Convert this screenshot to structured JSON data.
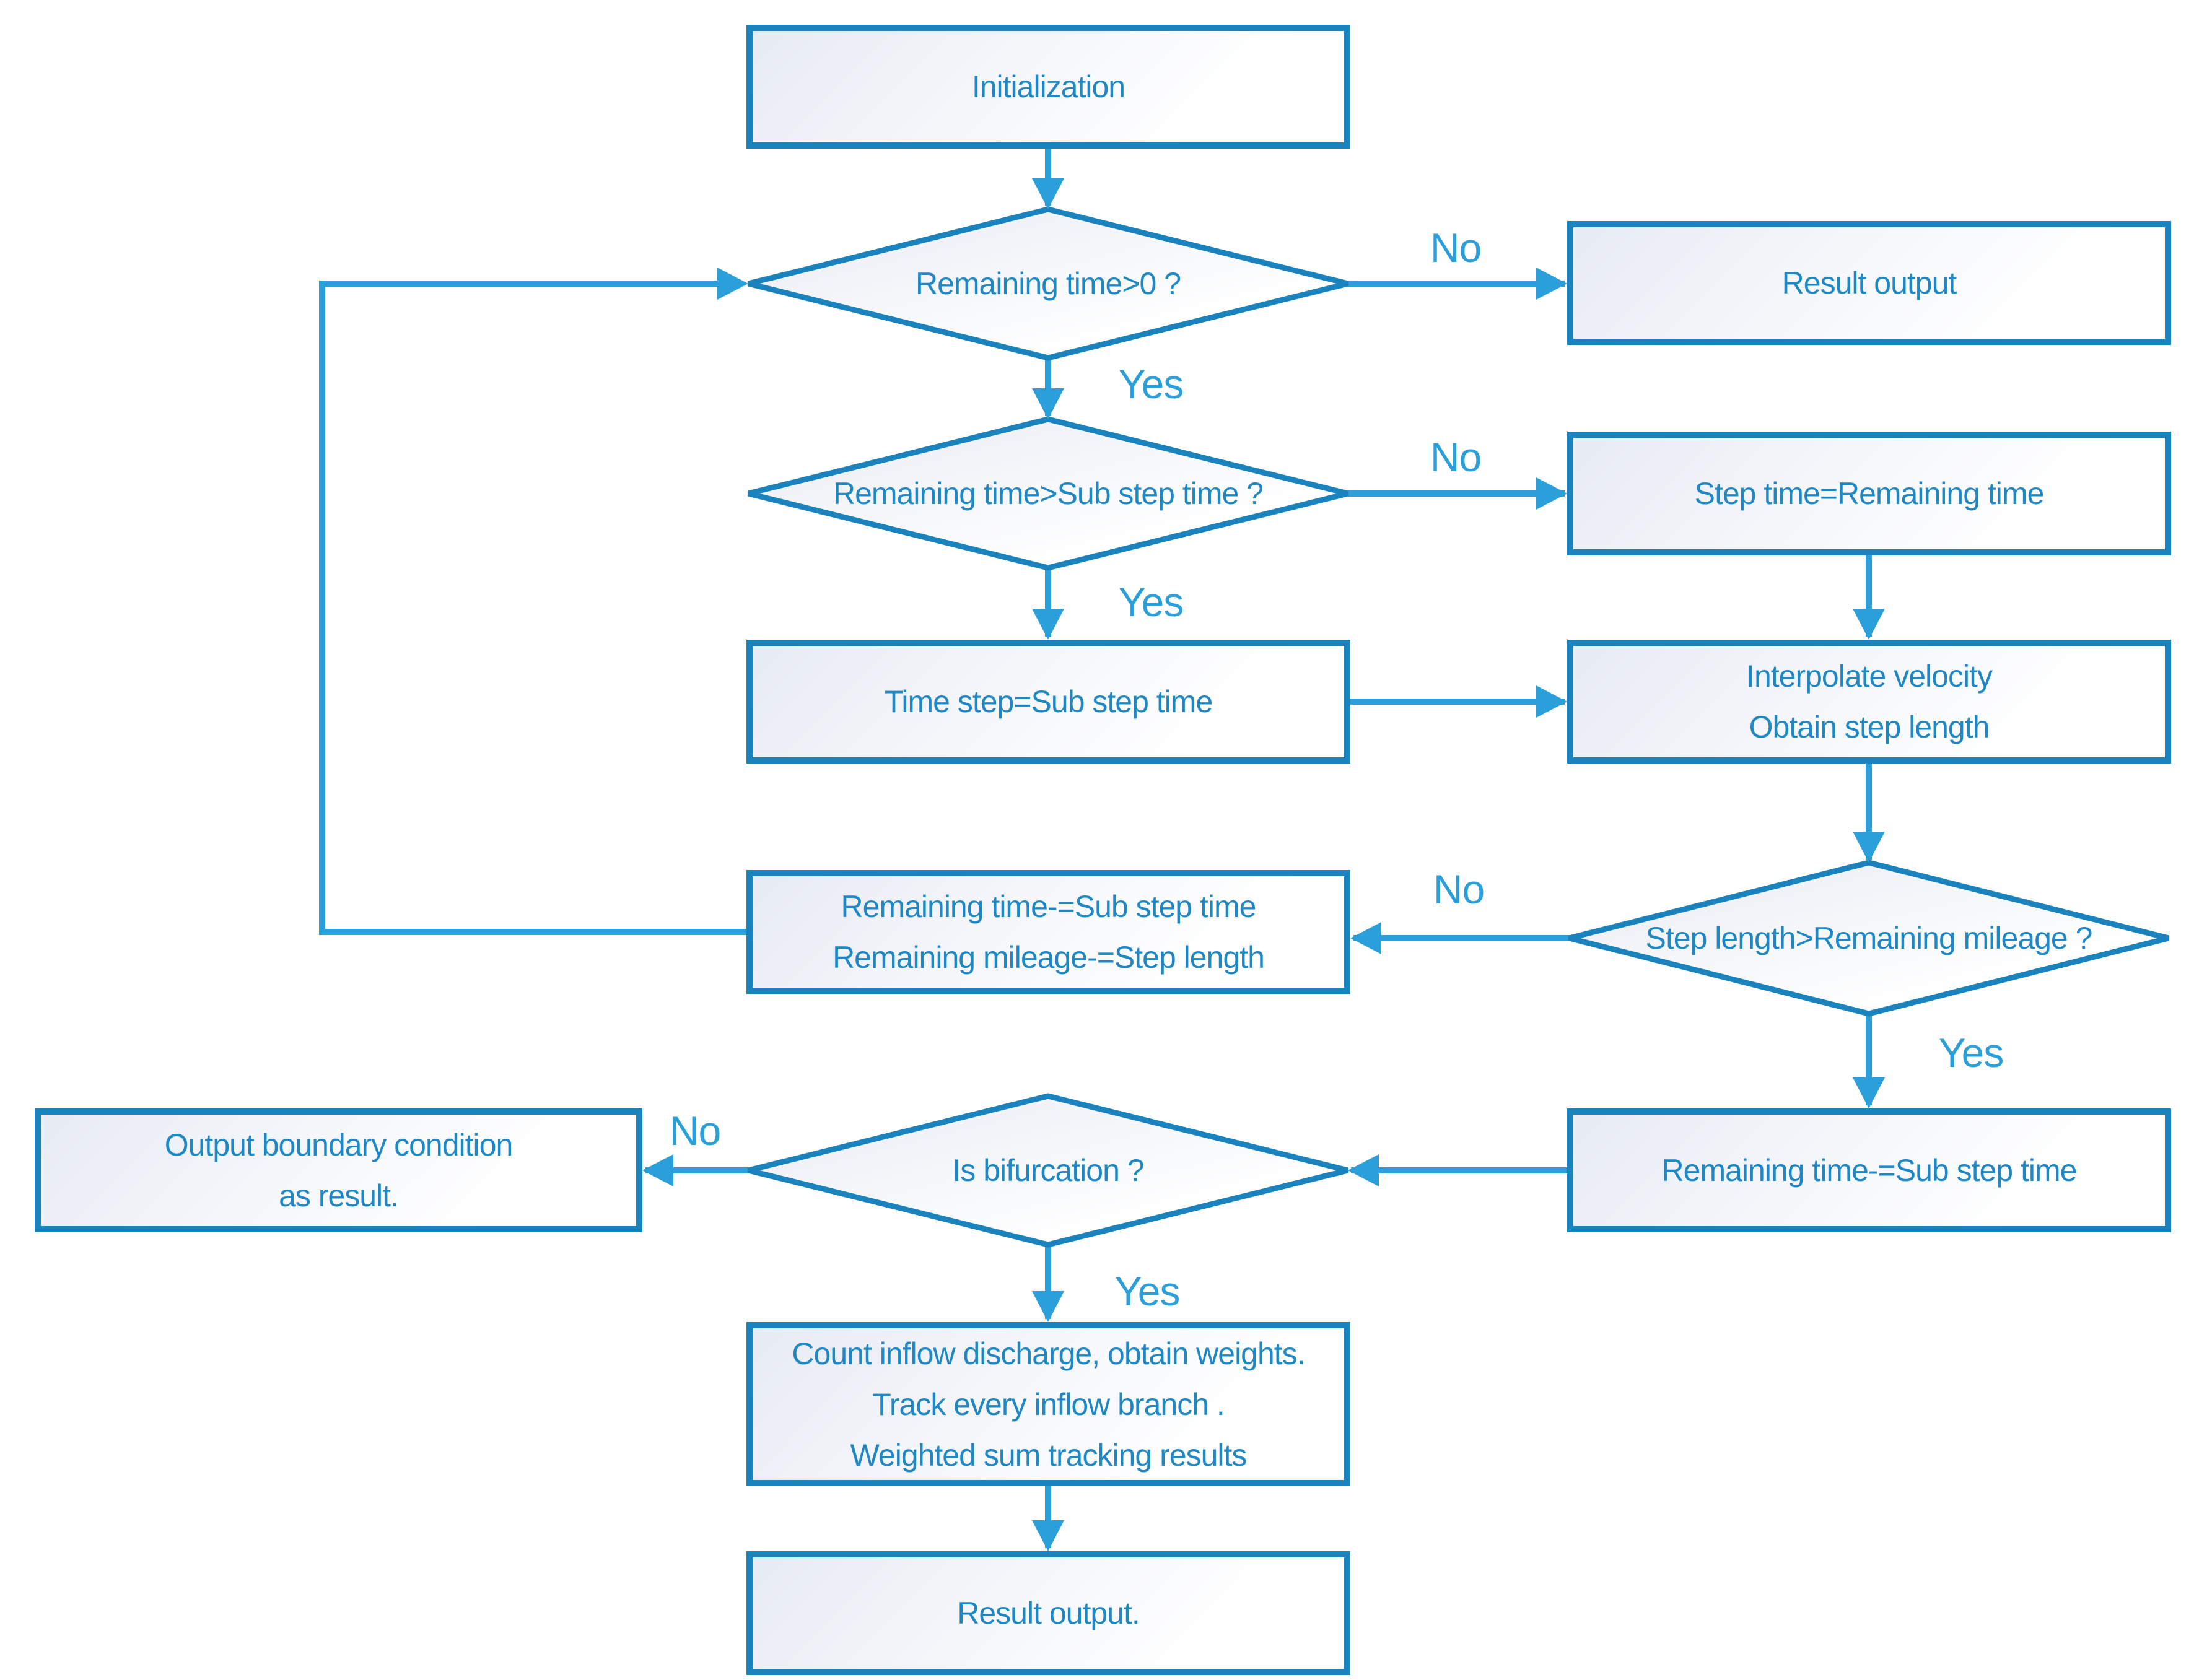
{
  "colors": {
    "connector_blue": "#2b9fd9",
    "node_border_blue": "#1a82bd",
    "node_text_blue": "#1f87c4",
    "edge_label_blue": "#2b9fd9",
    "node_fill_start": "#e7ebf3",
    "node_fill_end": "#ffffff"
  },
  "nodes": {
    "init": {
      "text": "Initialization"
    },
    "d1": {
      "text": "Remaining time>0 ?"
    },
    "result_top": {
      "text": "Result output"
    },
    "d2": {
      "text": "Remaining time>Sub step time ?"
    },
    "step_time": {
      "text": "Step time=Remaining time"
    },
    "time_step": {
      "text": "Time step=Sub step time"
    },
    "interpolate": {
      "line1": "Interpolate velocity",
      "line2": "Obtain step length"
    },
    "d3": {
      "text": "Step length>Remaining mileage ?"
    },
    "remaining_update": {
      "line1": "Remaining time-=Sub step time",
      "line2": "Remaining mileage-=Step length"
    },
    "d4": {
      "text": "Is bifurcation ?"
    },
    "output_boundary": {
      "line1": "Output boundary condition",
      "line2": "as result."
    },
    "remaining_time_sub": {
      "text": "Remaining time-=Sub step time"
    },
    "count_inflow": {
      "line1": "Count inflow discharge, obtain weights.",
      "line2": "Track every inflow branch .",
      "line3": "Weighted sum tracking results"
    },
    "result_bottom": {
      "text": "Result output."
    }
  },
  "edges": {
    "d1_no": "No",
    "d1_yes": "Yes",
    "d2_no": "No",
    "d2_yes": "Yes",
    "d3_no": "No",
    "d3_yes": "Yes",
    "d4_no": "No",
    "d4_yes": "Yes"
  }
}
